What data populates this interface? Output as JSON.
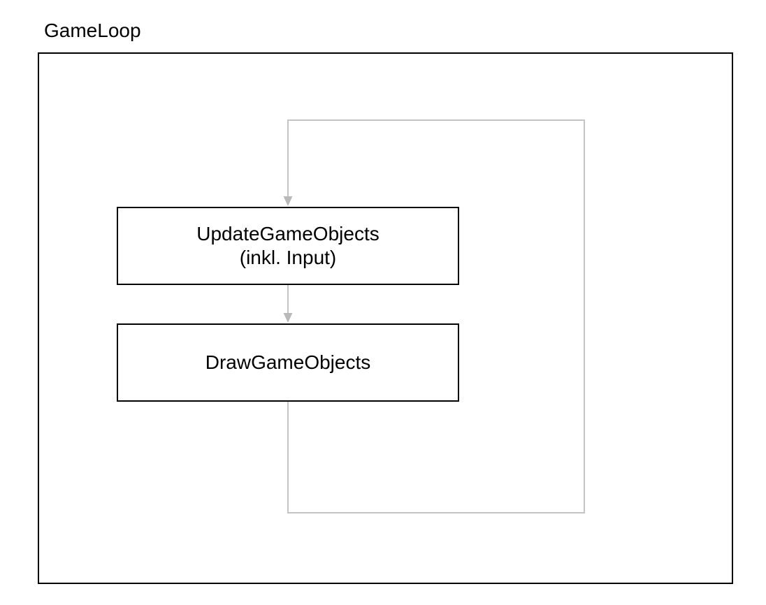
{
  "diagram": {
    "title": "GameLoop",
    "nodes": {
      "update": {
        "line1": "UpdateGameObjects",
        "line2": "(inkl. Input)"
      },
      "draw": {
        "line1": "DrawGameObjects"
      }
    },
    "edges": [
      {
        "from": "loop-return",
        "to": "update",
        "style": "arrow"
      },
      {
        "from": "update",
        "to": "draw",
        "style": "arrow"
      },
      {
        "from": "draw",
        "to": "loop-return",
        "style": "line"
      }
    ],
    "colors": {
      "background": "#ffffff",
      "frame_border": "#000000",
      "node_border": "#000000",
      "text": "#000000",
      "connector": "#c4c4c4",
      "arrowhead": "#b9b9b9"
    }
  }
}
